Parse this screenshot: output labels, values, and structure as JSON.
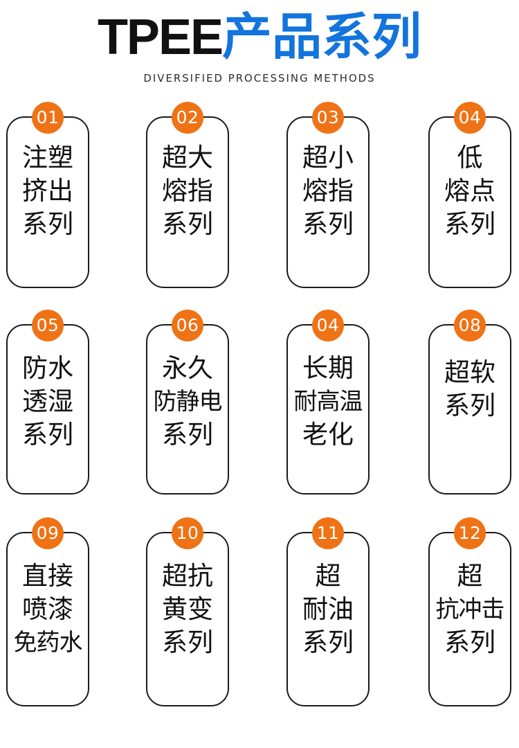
{
  "header": {
    "title_en": "TPEE",
    "title_cn": "产品系列",
    "subtitle": "DIVERSIFIED PROCESSING METHODS",
    "title_en_color": "#111111",
    "title_cn_color": "#1274DC"
  },
  "theme": {
    "badge_color": "#EF7215",
    "badge_text_color": "#FFFFFF",
    "card_border_color": "#1A1A1A",
    "background": "#FFFFFF",
    "text_color": "#111111"
  },
  "cards": [
    {
      "number": "01",
      "lines": [
        "注塑",
        "挤出",
        "系列"
      ]
    },
    {
      "number": "02",
      "lines": [
        "超大",
        "熔指",
        "系列"
      ]
    },
    {
      "number": "03",
      "lines": [
        "超小",
        "熔指",
        "系列"
      ]
    },
    {
      "number": "04",
      "lines": [
        "低",
        "熔点",
        "系列"
      ]
    },
    {
      "number": "05",
      "lines": [
        "防水",
        "透湿",
        "系列"
      ]
    },
    {
      "number": "06",
      "lines": [
        "永久",
        "防静电",
        "系列"
      ]
    },
    {
      "number": "04",
      "lines": [
        "长期",
        "耐高温",
        "老化"
      ]
    },
    {
      "number": "08",
      "lines": [
        "超软",
        "系列"
      ]
    },
    {
      "number": "09",
      "lines": [
        "直接",
        "喷漆",
        "免药水"
      ]
    },
    {
      "number": "10",
      "lines": [
        "超抗",
        "黄变",
        "系列"
      ]
    },
    {
      "number": "11",
      "lines": [
        "超",
        "耐油",
        "系列"
      ]
    },
    {
      "number": "12",
      "lines": [
        "超",
        "抗冲击",
        "系列"
      ]
    }
  ]
}
